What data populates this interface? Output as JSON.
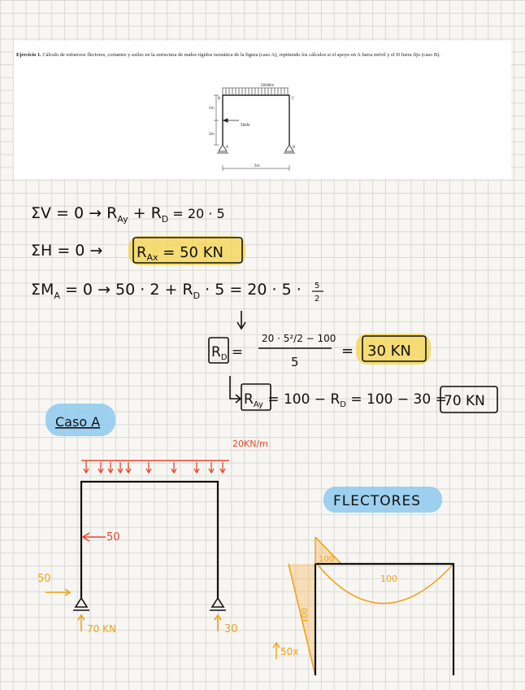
{
  "statement": {
    "label": "Ejercicio 1.",
    "text": "Cálculo de esfuerzos flectores, cortantes y axiles en la estructura de nudos rígidos isostática de la figura (caso A), repitiendo los cálculos si el apoyo en A fuera móvil y el D fuera fijo (caso B)."
  },
  "figure": {
    "load": "20kN/m",
    "force": "50kN",
    "h1": "2m",
    "h2": "2m",
    "span": "5m",
    "B": "B",
    "C": "C",
    "A": "A",
    "D": "D"
  },
  "equations": {
    "sum_v": "ΣV = 0  →  R",
    "sum_v_sub": "Ay",
    "sum_v_rest": " + R",
    "sum_v_sub2": "D",
    "sum_v_end": " =  20 · 5",
    "sum_h": "ΣH = 0  →",
    "r_ax": "R",
    "r_ax_sub": "Ax",
    "r_ax_val": " =  50 KN",
    "sum_m": "ΣM",
    "sum_m_sub": "A",
    "sum_m_rest": " = 0  →   50 · 2 + R",
    "sum_m_sub2": "D",
    "sum_m_end": " · 5  =  20 · 5 ·",
    "frac_num": "5",
    "frac_den": "2",
    "rd": "R",
    "rd_sub": "D",
    "rd_eq": " =",
    "rd_num": "20 · 5²/2 − 100",
    "rd_den": "5",
    "rd_eq2": "=",
    "rd_val": "30 KN",
    "ray": "R",
    "ray_sub": "Ay",
    "ray_rest": " =  100 − R",
    "ray_sub2": "D",
    "ray_end": " =  100 − 30 = ",
    "ray_val": "70 KN"
  },
  "case": {
    "title": "Caso A",
    "load": "20KN/m",
    "f_left": "50",
    "f_base": "50",
    "r_left": "70 KN",
    "r_right": "30"
  },
  "flectores": {
    "title": "FLECTORES",
    "corner": "100",
    "span": "100",
    "vert": "100",
    "base": "50x"
  },
  "colors": {
    "highlight_yellow": "#f5d34a",
    "highlight_blue": "#8ec9ef",
    "orange": "#f0a21a",
    "red": "#e8452c"
  }
}
